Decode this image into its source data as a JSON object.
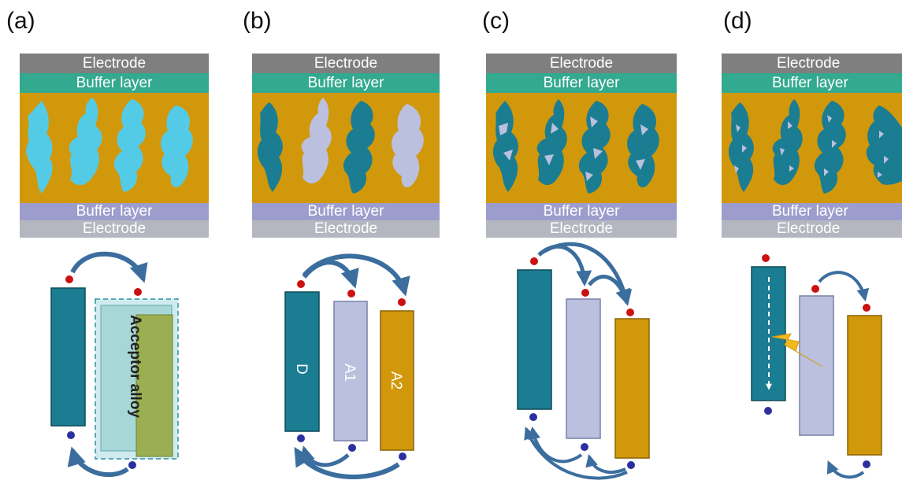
{
  "panels": [
    {
      "label": "(a)",
      "electrode_top": "Electrode",
      "buffer_top": "Buffer layer",
      "buffer_bottom": "Buffer layer",
      "electrode_bottom": "Electrode",
      "box_labels": [
        "Acceptor alloy"
      ]
    },
    {
      "label": "(b)",
      "electrode_top": "Electrode",
      "buffer_top": "Buffer layer",
      "buffer_bottom": "Buffer layer",
      "electrode_bottom": "Electrode",
      "box_labels": [
        "D",
        "A1",
        "A2"
      ]
    },
    {
      "label": "(c)",
      "electrode_top": "Electrode",
      "buffer_top": "Buffer layer",
      "buffer_bottom": "Buffer layer",
      "electrode_bottom": "Electrode",
      "box_labels": []
    },
    {
      "label": "(d)",
      "electrode_top": "Electrode",
      "buffer_top": "Buffer layer",
      "buffer_bottom": "Buffer layer",
      "electrode_bottom": "Electrode",
      "box_labels": []
    }
  ],
  "colors": {
    "electrode_top": "#7f7f7f",
    "buffer_top": "#33a98f",
    "active_layer": "#d1980b",
    "buffer_bottom": "#9d9dcd",
    "electrode_bottom": "#b4b7bf",
    "donor": "#1b7d92",
    "acceptor_light": "#54cbe6",
    "acceptor_lavender": "#bac0de",
    "acceptor_gold": "#d1980b",
    "electron_dot": "#cc1111",
    "hole_dot": "#2b2fa0",
    "arrow": "#3b6e9e",
    "lightning": "#f2b91b"
  }
}
